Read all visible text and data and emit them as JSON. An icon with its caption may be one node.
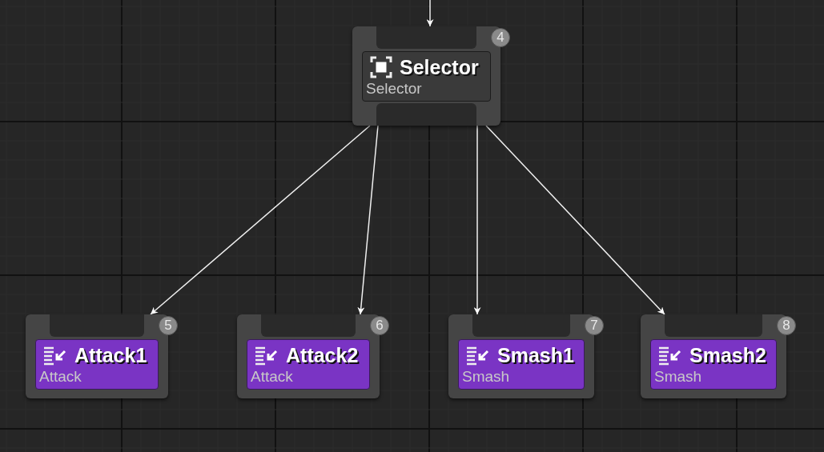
{
  "diagram": {
    "nodes": [
      {
        "text": [
          "Selector",
          "Selector"
        ],
        "beside": [
          "4"
        ]
      },
      {
        "text": [
          "Attack1",
          "Attack"
        ],
        "beside": [
          "5"
        ]
      },
      {
        "text": [
          "Attack2",
          "Attack"
        ],
        "beside": [
          "6"
        ]
      },
      {
        "text": [
          "Smash1",
          "Smash"
        ],
        "beside": [
          "7"
        ]
      },
      {
        "text": [
          "Smash2",
          "Smash"
        ],
        "beside": [
          "8"
        ]
      }
    ],
    "edges": [
      {
        "from": null,
        "to": 0,
        "arrow": "to"
      },
      {
        "from": 0,
        "to": 1,
        "arrow": "to"
      },
      {
        "from": 0,
        "to": 2,
        "arrow": "to"
      },
      {
        "from": 0,
        "to": 3,
        "arrow": "to"
      },
      {
        "from": 0,
        "to": 4,
        "arrow": "to"
      }
    ]
  }
}
